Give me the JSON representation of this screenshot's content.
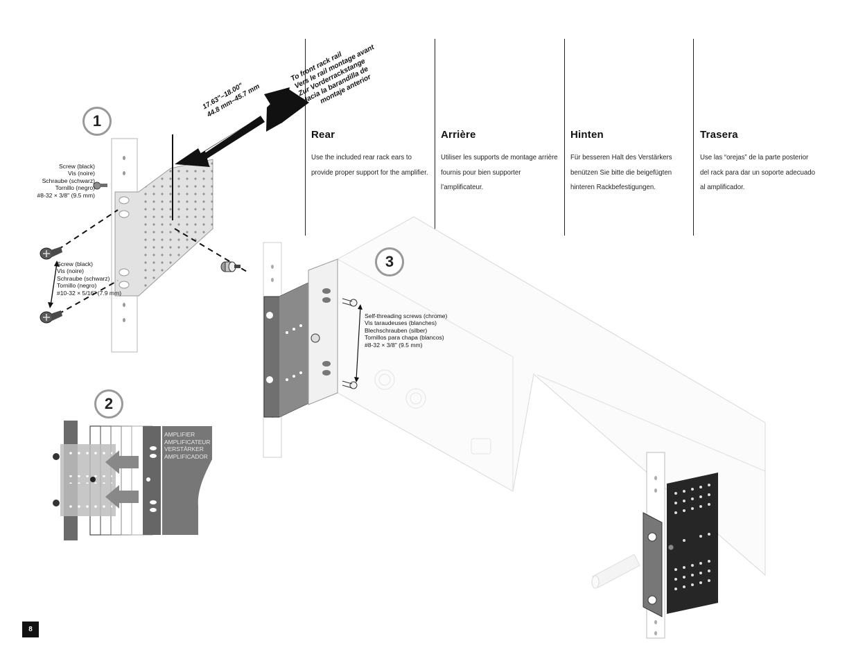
{
  "columns": [
    {
      "heading": "Rear",
      "body": "Use the included rear rack ears to provide proper support for the amplifier."
    },
    {
      "heading": "Arrière",
      "body": "Utiliser les supports de montage arrière fournis pour bien supporter l’amplificateur."
    },
    {
      "heading": "Hinten",
      "body": "Für besseren Halt des Verstärkers benützen Sie bitte die beigefügten hinteren Rackbefestigungen."
    },
    {
      "heading": "Trasera",
      "body": "Use las “orejas” de la parte posterior del rack para dar un soporte adecuado al amplificador."
    }
  ],
  "steps": [
    "1",
    "2",
    "3"
  ],
  "diagram1": {
    "dimension": "17.63\"–18.00\"\n44.8 mm–45.7 mm",
    "arrow_text": "To front rack rail\nVers le rail montage avant\nZur Vorderrackstange\nHacia la barandilla de\n        montaje anterior",
    "screw_black_small": "Screw (black)\nVis (noire)\nSchraube (schwarz)\nTornillo (negro)\n#8-32 × 3/8\" (9.5 mm)",
    "screw_black_large": "Screw (black)\nVis (noire)\nSchraube (schwarz)\nTornillo (negro)\n#10-32 × 5/16\" (7.9 mm)"
  },
  "diagram2": {
    "amplifier_label": "AMPLIFIER\nAMPLIFICATEUR\nVERSTÄRKER\nAMPLIFICADOR"
  },
  "diagram3": {
    "self_threading": "Self-threading screws (chrome)\nVis taraudeuses (blanches)\nBlechschrauben (silber)\nTornillos para chapa (blancos)\n#8-32 × 3/8\" (9.5 mm)"
  },
  "icons": [
    "arrow-icon",
    "screw-icon",
    "rack-rail",
    "bracket"
  ],
  "page_number": "8"
}
